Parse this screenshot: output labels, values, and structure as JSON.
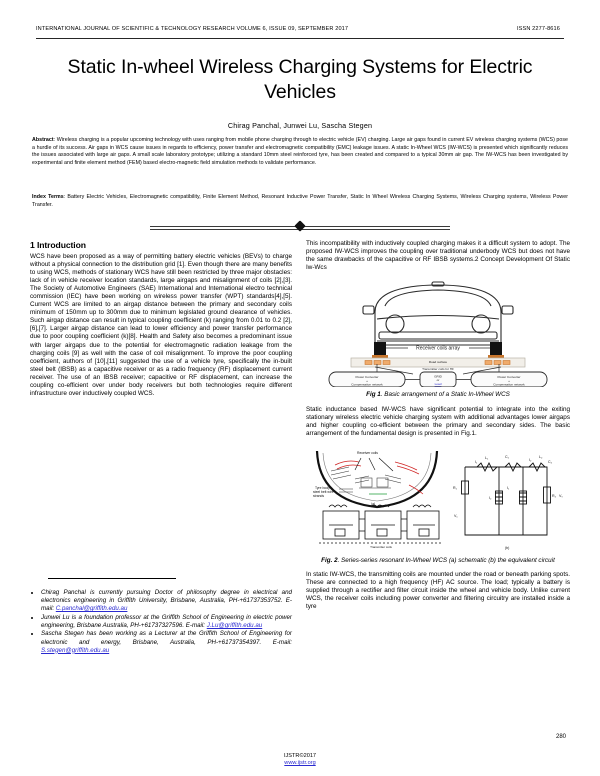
{
  "header": {
    "journal_line": "INTERNATIONAL JOURNAL OF SCIENTIFIC & TECHNOLOGY RESEARCH VOLUME 6, ISSUE 09, SEPTEMBER 2017",
    "issn": "ISSN 2277-8616"
  },
  "title": "Static In-wheel Wireless Charging Systems for Electric Vehicles",
  "authors": "Chirag Panchal, Junwei Lu, Sascha Stegen",
  "abstract": {
    "label": "Abstract",
    "text": ": Wireless charging is a popular upcoming technology with uses ranging from mobile phone charging through to electric vehicle (EV) charging. Large air gaps found in current EV wireless charging systems (WCS) pose a hurdle of its success. Air gaps in WCS cause issues in regards to efficiency, power transfer and electromagnetic compatibility (EMC) leakage issues. A static In-Wheel WCS (IW-WCS) is presented which significantly reduces the issues associated with large air gaps. A small scale laboratory prototype; utilizing a standard 10mm steel reinforced tyre, has been created and compared to a typical 30mm air gap. The IW-WCS has been investigated by experimental and finite element method (FEM) based electro-magnetic field simulation methods to validate performance."
  },
  "index_terms": {
    "label": "Index Terms",
    "text": ": Battery Electric Vehicles, Electromagnetic compatibility, Finite Element Method, Resonant Inductive Power Transfer, Static In Wheel Wireless Charging Systems, Wireless Charging systems, Wireless Power Transfer."
  },
  "left_column": {
    "section_heading": "1 Introduction",
    "paragraph_1": "WCS have been proposed as a way of permitting battery electric vehicles (BEVs) to charge without a physical connection to the distribution grid [1]. Even though there are many benefits to using WCS, methods of stationary WCS have still been restricted by three major obstacles: lack of in vehicle receiver location standards, large airgaps and misalignment of coils [2],[3]. The Society of Automotive Engineers (SAE) International and International electro technical commission (IEC) have been working on wireless power transfer (WPT) standards[4],[5]. Current WCS are limited to an airgap distance between the primary and secondary coils minimum of 150mm up to 300mm due to minimum legislated ground clearance of vehicles. Such airgap distance can result in typical coupling coefficient (k) ranging from 0.01 to 0.2 [2],[6],[7]. Larger airgap distance can lead to lower efficiency and power transfer performance due to poor coupling coefficient (k)[8]. Health and Safety also becomes a predominant issue with larger airgaps due to the potential for electromagnetic radiation leakage from the charging coils [9] as well with the case of coil misalignment. To improve the poor coupling coefficient, authors of [10],[11] suggested the use of a vehicle tyre, specifically the in-built steel belt (IBSB) as a capacitive receiver or as a radio frequency (RF) displacement current receiver. The use of an IBSB receiver; capacitive or RF displacement, can increase the coupling co-efficient over under body receivers but both technologies require different infrastructure over inductively coupled WCS."
  },
  "footnotes": [
    {
      "text": "Chirag Panchal is currently pursuing Doctor of philosophy degree in electrical and electronics engineering in Griffith University, Brisbane, Australia, PH-+61737353752. E-mail: ",
      "email": "C.panchal@griffith.edu.au"
    },
    {
      "text": "Junwei Lu is a foundation professor at the Griffith School of Engineering in electric power engineering, Brisbane Australia, PH-+61737327596. E-mail: ",
      "email": "J.Lu@griffith.edu.au"
    },
    {
      "text": "Sascha Stegen has been working as a Lecturer at the Griffith School of Engineering for electronic and energy, Brisbane, Australia, PH-+61737354397. E-mail: ",
      "email": "S.stegen@griffith.edu.au"
    }
  ],
  "right_column": {
    "paragraph_1": "This incompatibility with inductively coupled charging makes it a difficult system to adopt. The proposed IW-WCS improves the coupling over traditional underbody WCS but does not have the same drawbacks of the capacitive or RF IBSB systems.2 Concept Development Of Static Iw-Wcs",
    "paragraph_2": "Static inductance based IW-WCS have significant potential to integrate into the exiting stationary wireless electric vehicle charging system with additional advantages lower airgaps and higher coupling co-efficient between the primary and secondary sides. The basic arrangement of the fundamental design is presented in Fig.1.",
    "paragraph_3": "In static IW-WCS, the transmitting coils are mounted under the road or beneath parking spots. These are connected to a high frequency (HF) AC source. The load; typically a battery is supplied through a rectifier and filter circuit inside the wheel and vehicle body. Unlike current WCS, the receiver coils including power converter and filtering circuitry are installed inside a tyre"
  },
  "figure1": {
    "caption_label": "Fig 1",
    "caption_text": ". Basic arrangement of a Static In-Wheel WCS",
    "labels": {
      "receiver_coils": "Receiver coils array",
      "road_surface": "Road surface",
      "transmitter": "Transmitter coils for HF",
      "box_left_line1": "Power Converter",
      "box_left_line2": "+",
      "box_left_line3": "Compensation network",
      "box_mid_line1": "GRID",
      "box_mid_line2": "or",
      "box_mid_line3": "Load",
      "box_right_line1": "Power Converter",
      "box_right_line2": "+",
      "box_right_line3": "Compensation network"
    }
  },
  "figure2": {
    "caption_label": "Fig. 2",
    "caption_text": ". Series-series resonant In-Wheel WCS (a) schematic (b) the equivalent circuit",
    "labels": {
      "receiver_coils": "Receiver coils",
      "sub_a": "(a)",
      "sub_b": "(b)"
    }
  },
  "footer": {
    "copyright": "IJSTR©2017",
    "url": "www.ijstr.org",
    "page_number": "280"
  }
}
